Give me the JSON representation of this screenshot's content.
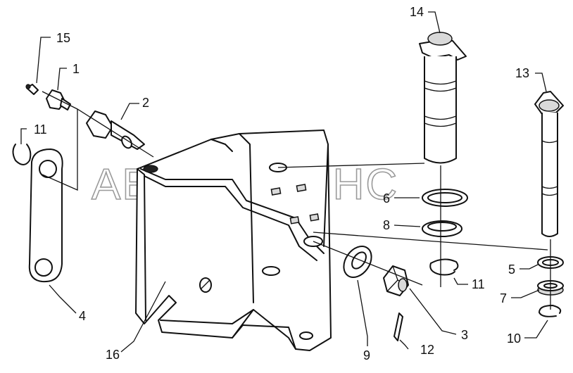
{
  "watermark": "АВТОАЛЬЯНС",
  "callouts": {
    "c1": "1",
    "c2": "2",
    "c3": "3",
    "c4": "4",
    "c5": "5",
    "c6": "6",
    "c7": "7",
    "c8": "8",
    "c9": "9",
    "c10": "10",
    "c11a": "11",
    "c11b": "11",
    "c12": "12",
    "c13": "13",
    "c14": "14",
    "c15": "15",
    "c16": "16"
  }
}
